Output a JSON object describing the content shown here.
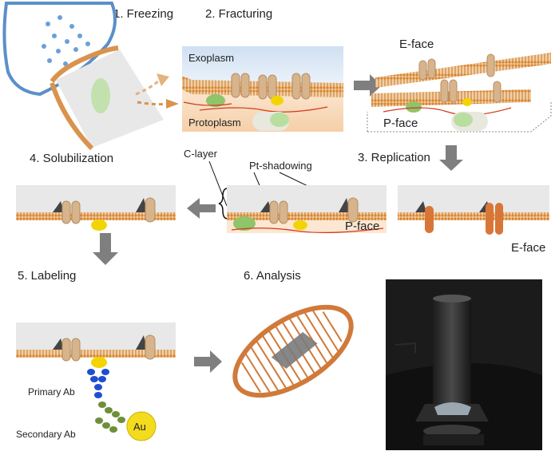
{
  "steps": {
    "freezing": "1. Freezing",
    "fracturing": "2. Fracturing",
    "replication": "3. Replication",
    "solubilization": "4. Solubilization",
    "labeling": "5. Labeling",
    "analysis": "6. Analysis"
  },
  "labels": {
    "exoplasm": "Exoplasm",
    "protoplasm": "Protoplasm",
    "e_face": "E-face",
    "p_face": "P-face",
    "c_layer": "C-layer",
    "pt_shadowing": "Pt-shadowing",
    "p_face_replica": "P-face",
    "e_face_replica": "E-face",
    "primary_ab": "Primary Ab",
    "secondary_ab": "Secondary Ab",
    "gold": "Au"
  },
  "colors": {
    "membrane": "#d9934d",
    "protein": "#d8b48c",
    "shadow": "#444444",
    "yellow_protein": "#f2d500",
    "green_organelle": "#9cc97e",
    "arrow_grey": "#7f7f7f",
    "cell_blue": "#5b8fc9",
    "antibody_blue": "#1f4fd1",
    "antibody_green": "#6e8f3a",
    "gold": "#f3dc1e",
    "grid_orange": "#d07a3a"
  }
}
